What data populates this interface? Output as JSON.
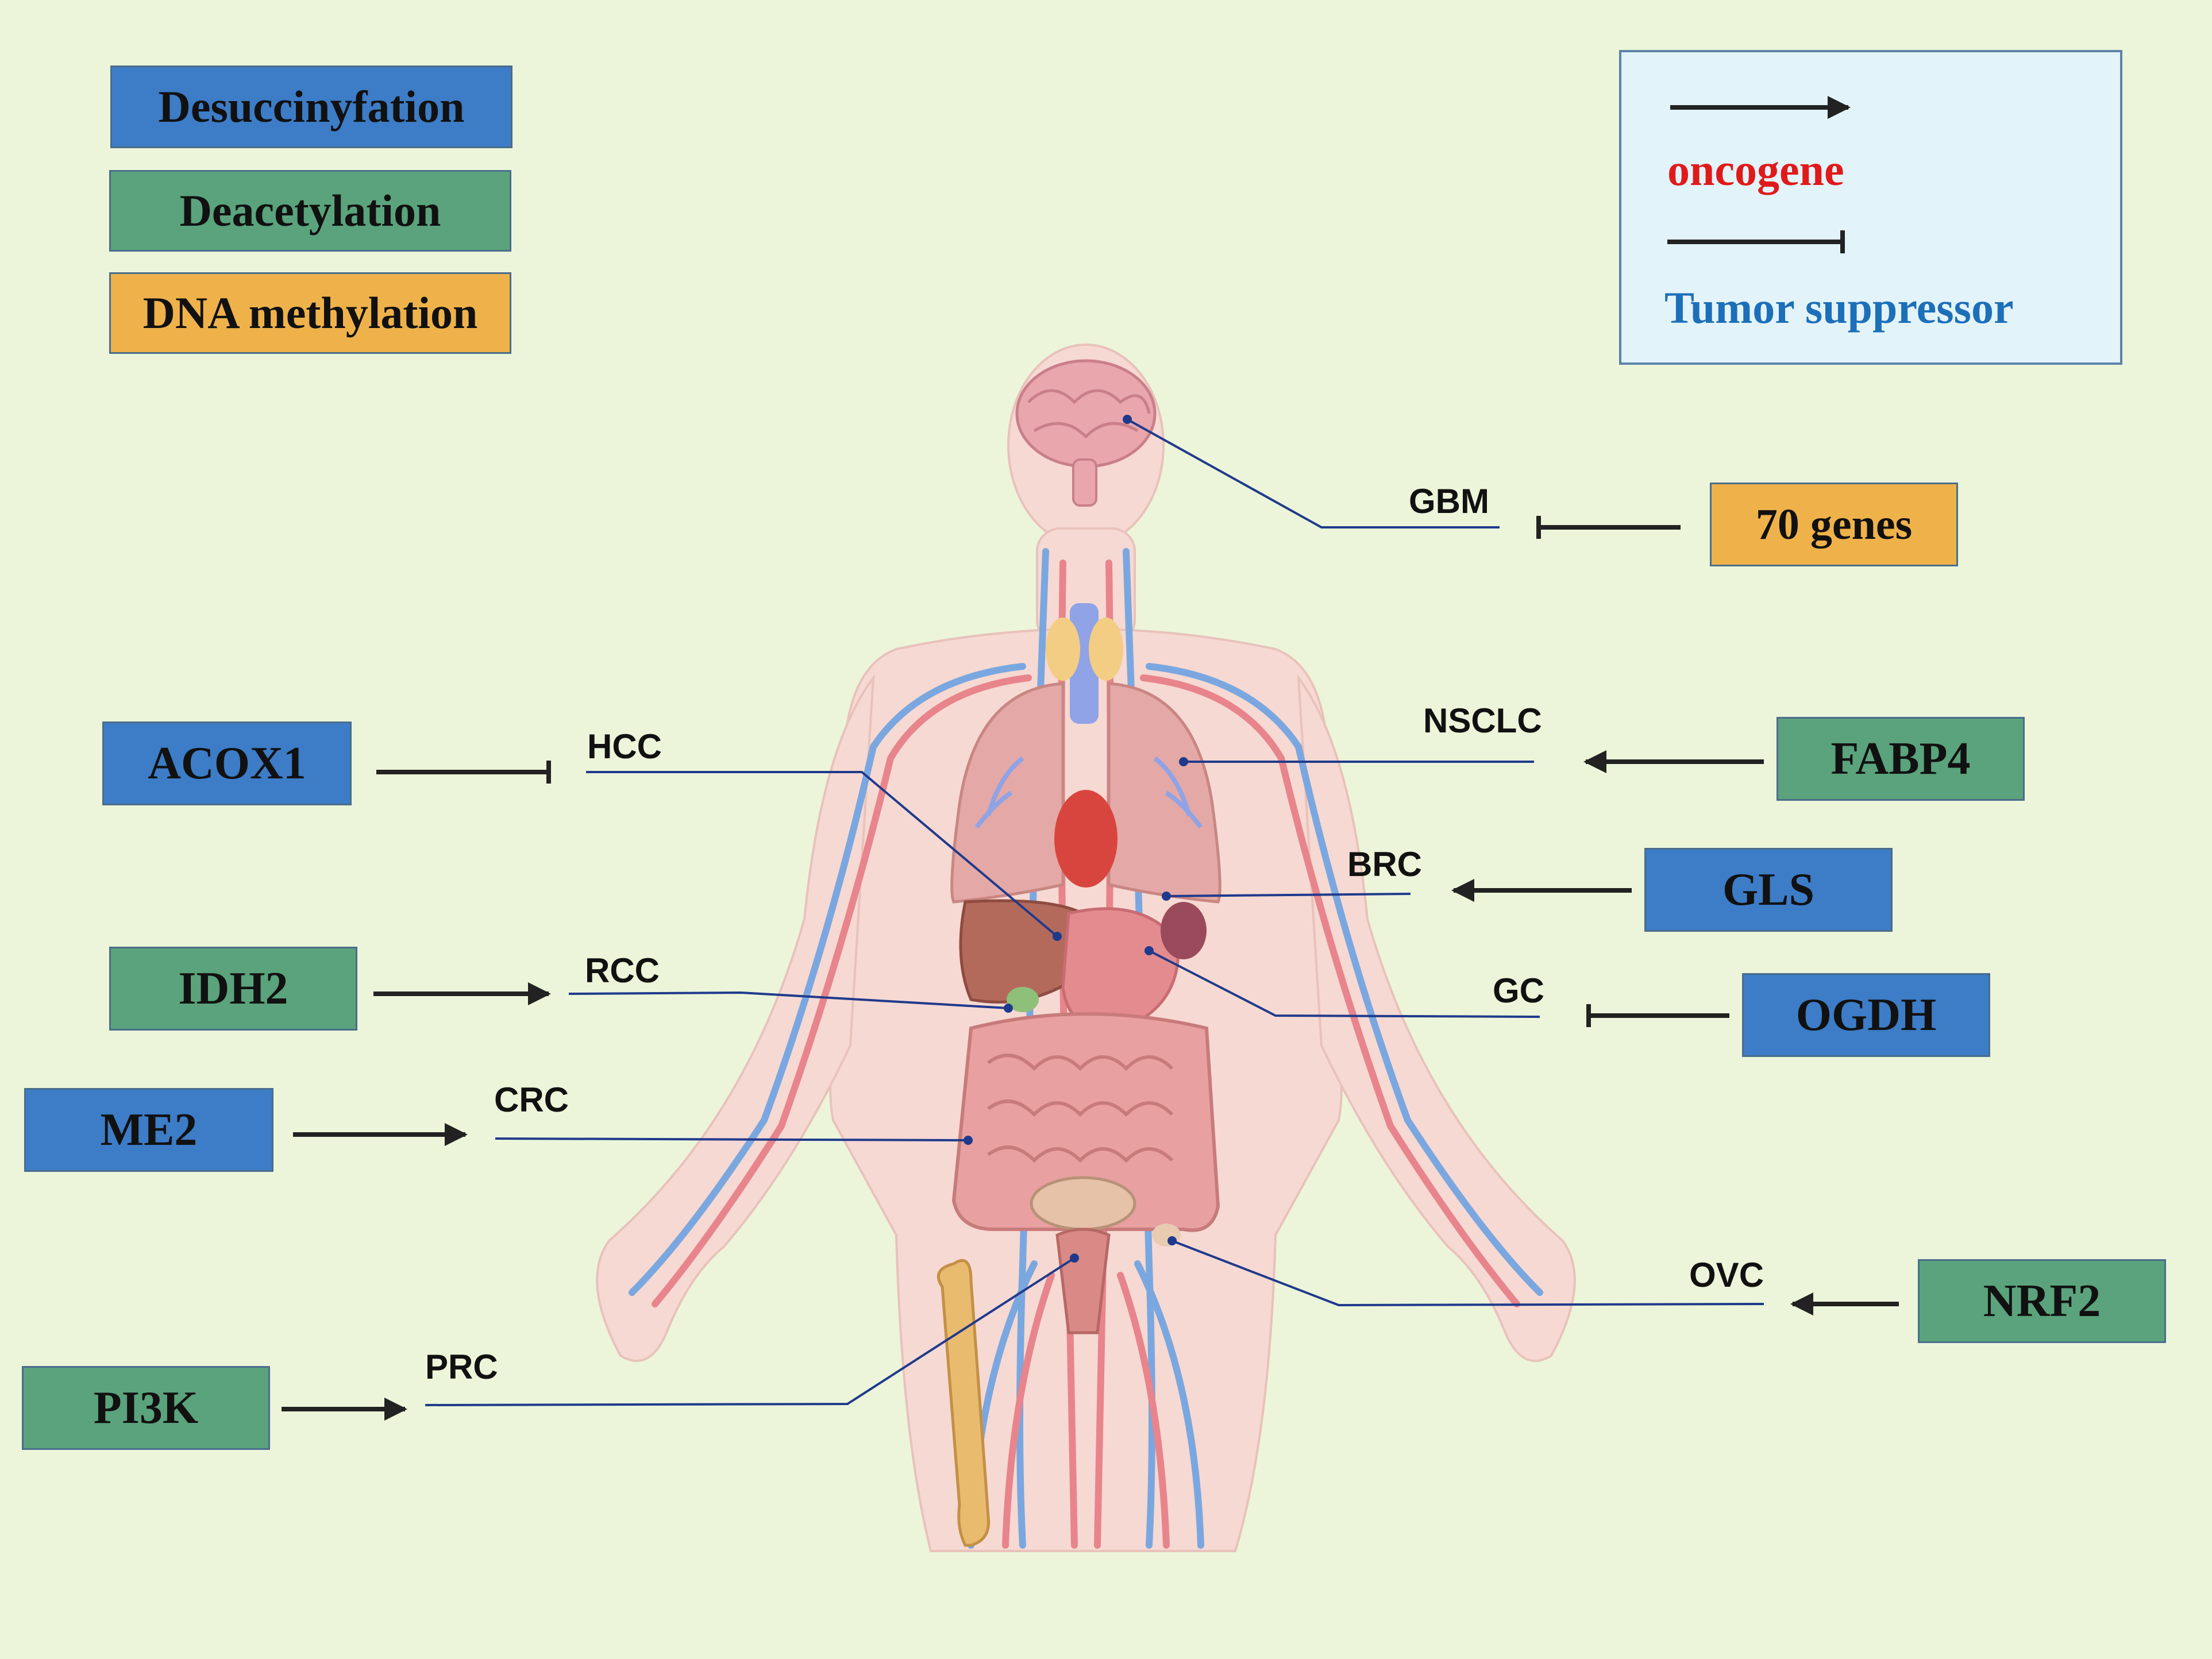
{
  "type_legend": [
    {
      "label": "Desuccinyfation",
      "color": "#3d7cc6"
    },
    {
      "label": "Deacetylation",
      "color": "#5aa37c"
    },
    {
      "label": "DNA methylation",
      "color": "#efb24a"
    }
  ],
  "arrow_legend": {
    "oncogene_label": "oncogene",
    "oncogene_color": "#e01a1a",
    "suppressor_label": "Tumor suppressor",
    "suppressor_color": "#1c6fb8"
  },
  "genes": {
    "g70": "70 genes",
    "acox1": "ACOX1",
    "fabp4": "FABP4",
    "gls": "GLS",
    "idh2": "IDH2",
    "ogdh": "OGDH",
    "me2": "ME2",
    "nrf2": "NRF2",
    "pi3k": "PI3K"
  },
  "cancers": {
    "gbm": "GBM",
    "hcc": "HCC",
    "nsclc": "NSCLC",
    "brc": "BRC",
    "rcc": "RCC",
    "gc": "GC",
    "crc": "CRC",
    "ovc": "OVC",
    "prc": "PRC"
  }
}
